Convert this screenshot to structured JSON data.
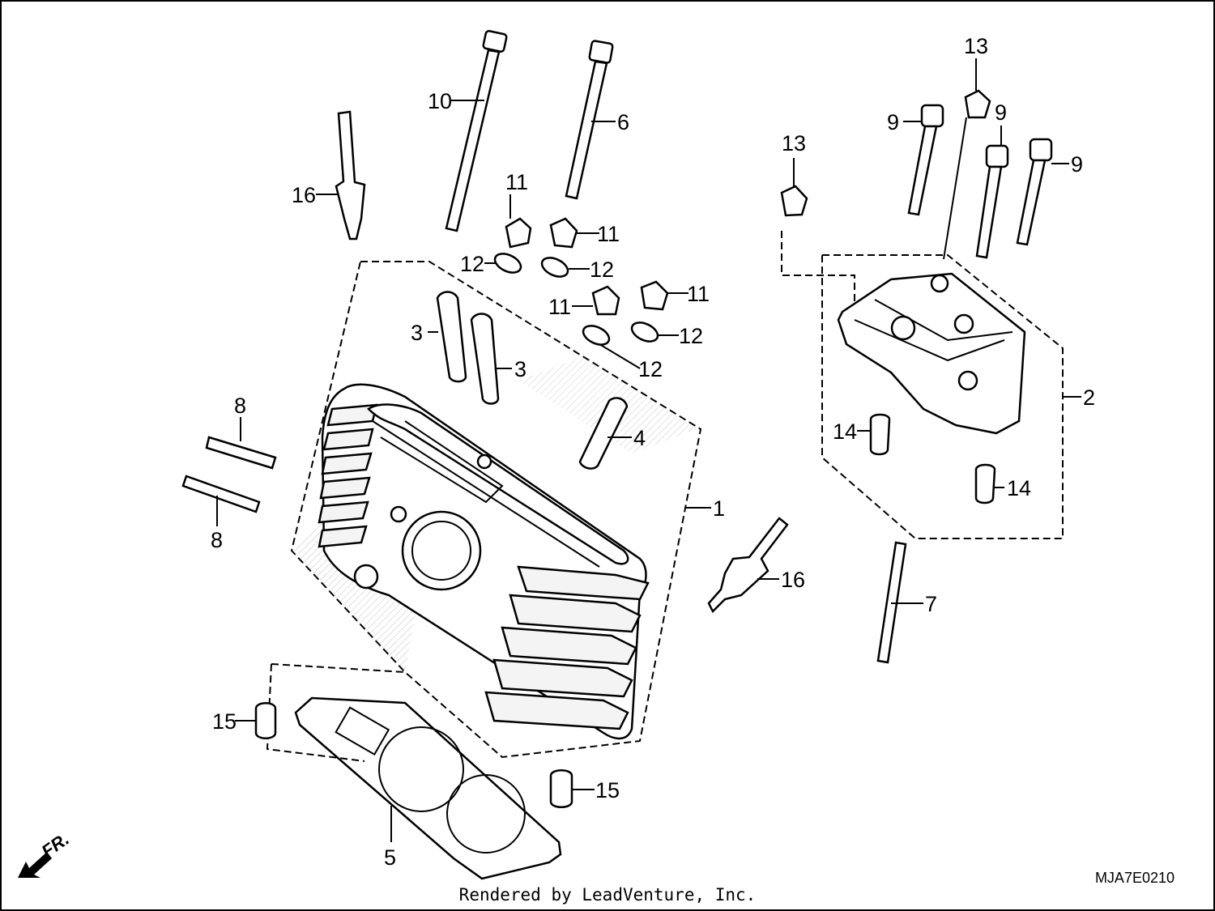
{
  "diagram": {
    "callouts": {
      "c1": "1",
      "c2": "2",
      "c3a": "3",
      "c3b": "3",
      "c4": "4",
      "c5": "5",
      "c6": "6",
      "c7": "7",
      "c8a": "8",
      "c8b": "8",
      "c9a": "9",
      "c9b": "9",
      "c9c": "9",
      "c10": "10",
      "c11a": "11",
      "c11b": "11",
      "c11c": "11",
      "c11d": "11",
      "c12a": "12",
      "c12b": "12",
      "c12c": "12",
      "c12d": "12",
      "c13a": "13",
      "c13b": "13",
      "c14a": "14",
      "c14b": "14",
      "c15a": "15",
      "c15b": "15",
      "c16a": "16",
      "c16b": "16"
    },
    "direction_label": "FR.",
    "drawing_code": "MJA7E0210",
    "footer": "Rendered by LeadVenture, Inc."
  }
}
